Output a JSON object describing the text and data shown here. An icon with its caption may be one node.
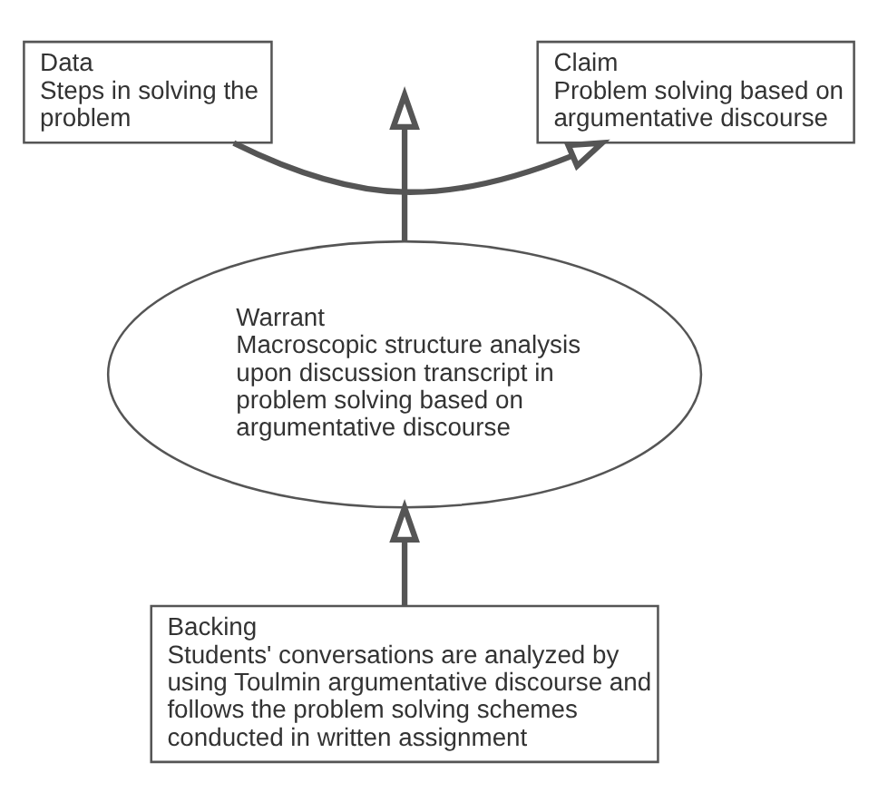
{
  "diagram": {
    "nodes": [
      {
        "text": [
          "Data",
          "Steps in solving the problem"
        ]
      },
      {
        "text": [
          "Claim",
          "Problem solving based on argumentative discourse"
        ]
      },
      {
        "text": [
          "Warrant",
          "Macroscopic structure analysis upon discussion transcript in problem solving based on argumentative discourse"
        ]
      },
      {
        "text": [
          "Backing",
          "Students' conversations are analyzed by using Toulmin argumentative discourse and follows the problem solving schemes conducted in written assignment"
        ]
      }
    ],
    "edges": [
      {
        "from": 0,
        "to": 1,
        "arrow": "to"
      },
      {
        "from": 2,
        "to": null,
        "arrow": "to"
      },
      {
        "from": 3,
        "to": 2,
        "arrow": "to"
      }
    ]
  }
}
